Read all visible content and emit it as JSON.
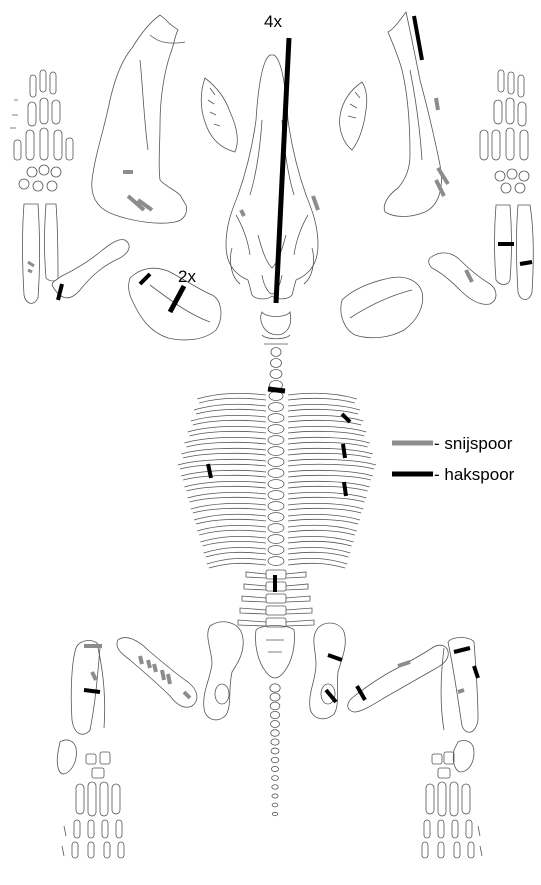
{
  "annotations": {
    "skull_count": "4x",
    "humerus_count": "2x"
  },
  "legend": {
    "items": [
      {
        "label": "- snijspoor",
        "color": "#8c8c8c"
      },
      {
        "label": "- hakspoor",
        "color": "#000000"
      }
    ]
  },
  "colors": {
    "cut_mark": "#8c8c8c",
    "chop_mark": "#000000",
    "bone_outline": "#555555"
  }
}
